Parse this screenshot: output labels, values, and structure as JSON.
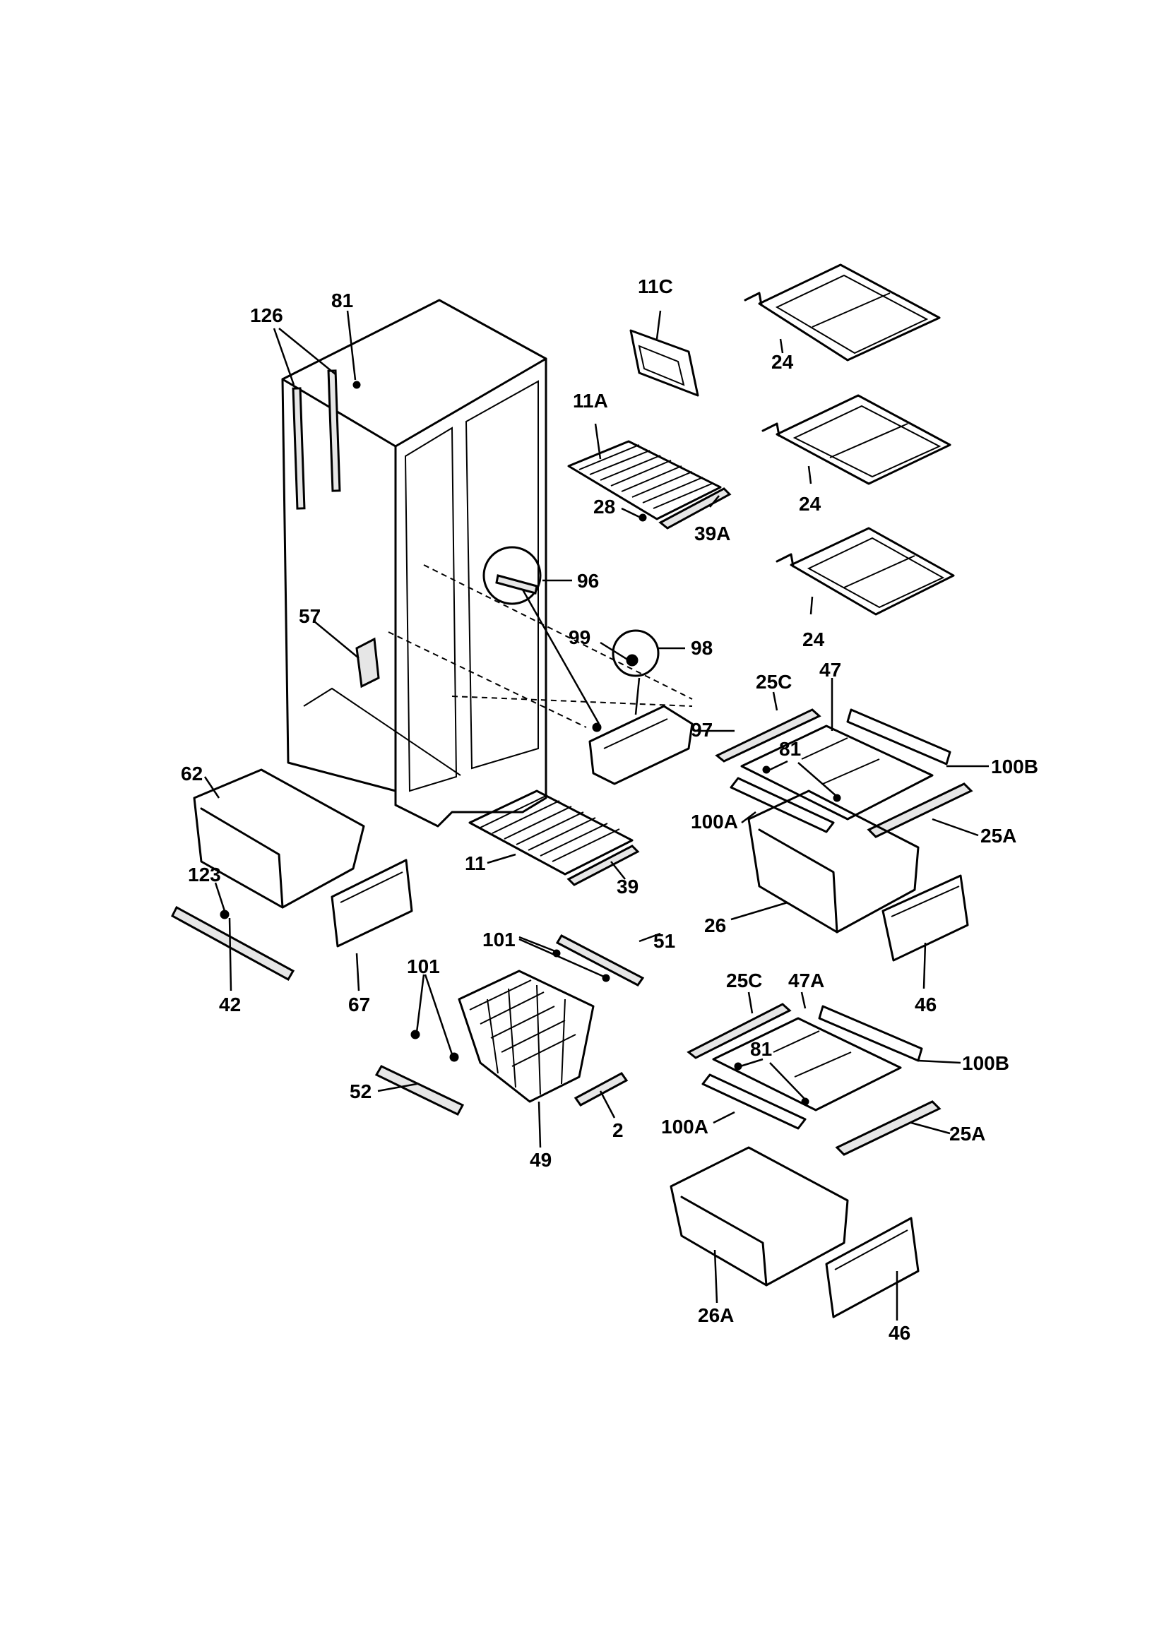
{
  "labels": {
    "l126": "126",
    "l81a": "81",
    "l11c": "11C",
    "l24a": "24",
    "l11a": "11A",
    "l24b": "24",
    "l28": "28",
    "l39a": "39A",
    "l96": "96",
    "l24c": "24",
    "l57": "57",
    "l99": "99",
    "l98": "98",
    "l25c_a": "25C",
    "l47": "47",
    "l97": "97",
    "l100b_a": "100B",
    "l81b": "81",
    "l62": "62",
    "l100a_a": "100A",
    "l25a_a": "25A",
    "l123": "123",
    "l11": "11",
    "l39": "39",
    "l26": "26",
    "l101a": "101",
    "l51": "51",
    "l42": "42",
    "l67": "67",
    "l46a": "46",
    "l101b": "101",
    "l25c_b": "25C",
    "l47a": "47A",
    "l81c": "81",
    "l100b_b": "100B",
    "l52": "52",
    "l2": "2",
    "l100a_b": "100A",
    "l25a_b": "25A",
    "l49": "49",
    "l26a": "26A",
    "l46b": "46"
  }
}
